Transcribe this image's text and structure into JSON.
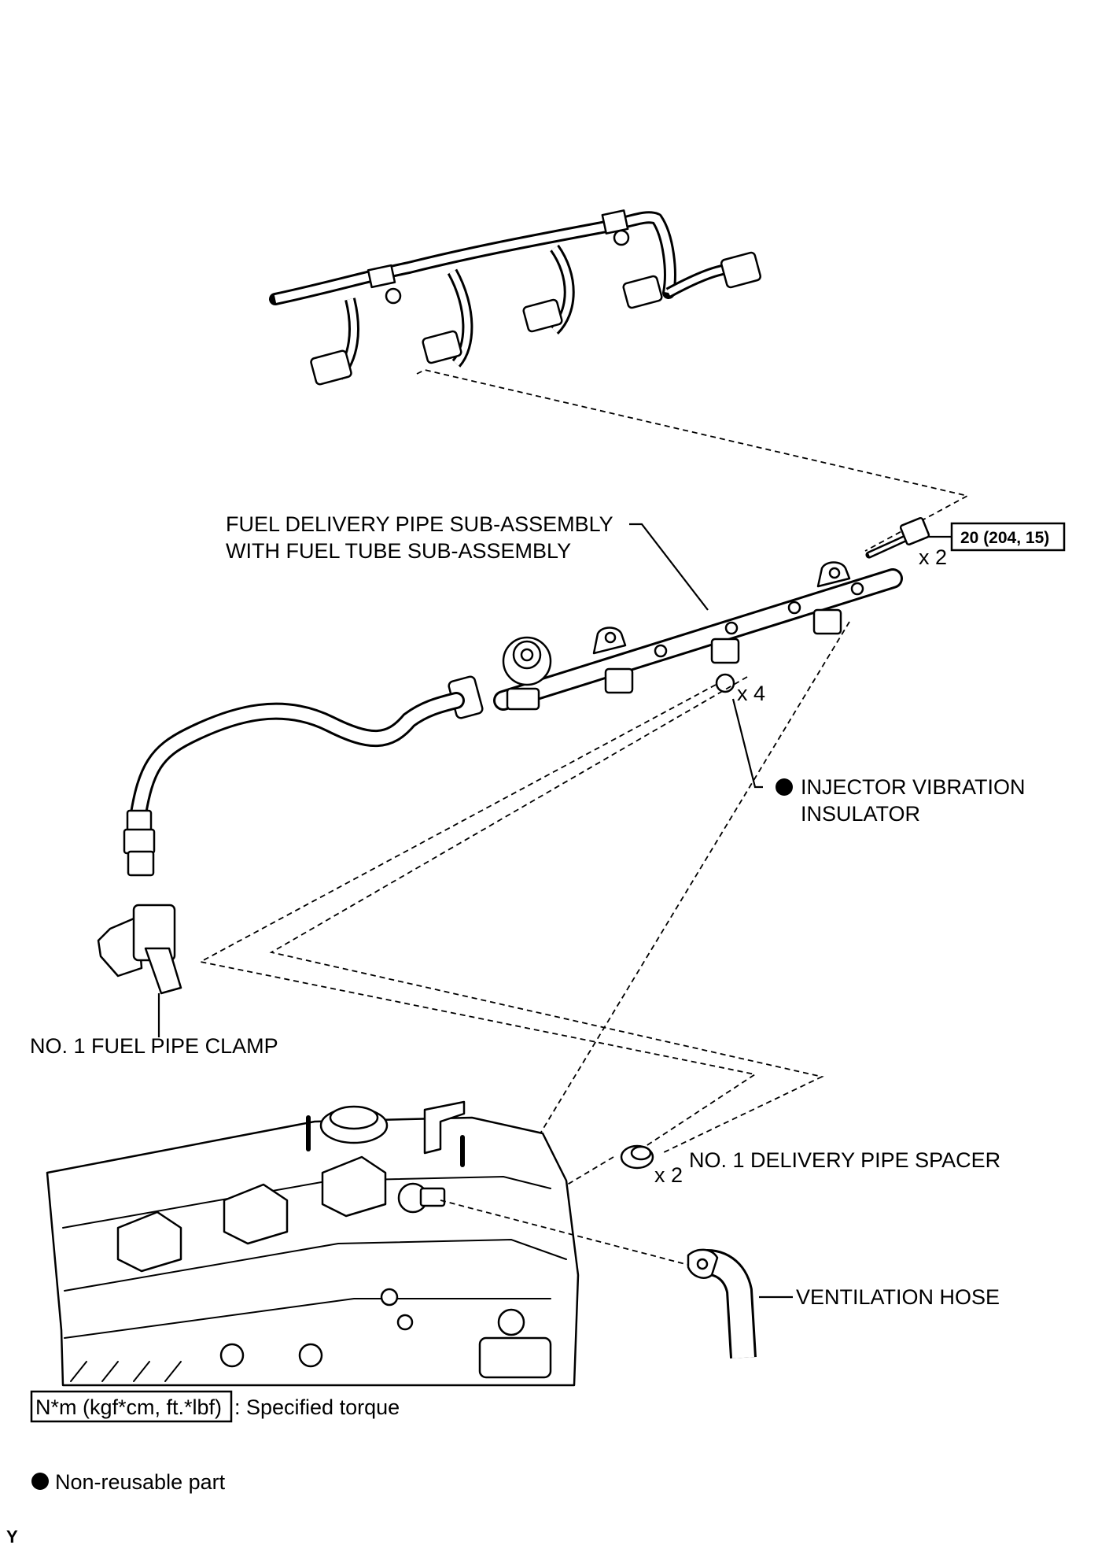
{
  "labels": {
    "fuel_delivery_pipe_line1": "FUEL DELIVERY PIPE SUB-ASSEMBLY",
    "fuel_delivery_pipe_line2": "WITH FUEL TUBE SUB-ASSEMBLY",
    "bolt_qty": "x 2",
    "torque_value": "20 (204, 15)",
    "insulator_qty": "x 4",
    "insulator_line1": "INJECTOR VIBRATION",
    "insulator_line2": "INSULATOR",
    "fuel_pipe_clamp": "NO. 1 FUEL PIPE CLAMP",
    "spacer_qty": "x 2",
    "delivery_pipe_spacer": "NO. 1 DELIVERY PIPE SPACER",
    "ventilation_hose": "VENTILATION HOSE"
  },
  "legend": {
    "torque_box": "N*m (kgf*cm, ft.*lbf)",
    "torque_text": ": Specified torque",
    "non_reusable_text": "Non-reusable part"
  },
  "corner_mark": "Y",
  "icons": [
    "non-reusable-dot-icon",
    "bolt",
    "injector-connector"
  ]
}
